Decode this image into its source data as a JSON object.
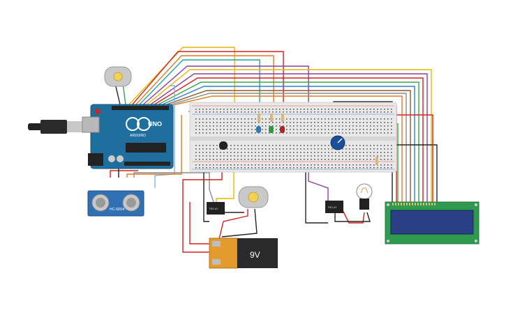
{
  "canvas": {
    "background": "#ffffff"
  },
  "arduino": {
    "model_label": "UNO",
    "brand_label": "ARDUINO",
    "board_color": "#1f6f9e"
  },
  "ultrasonic": {
    "label": "HC-SR04"
  },
  "battery": {
    "label": "9V"
  },
  "relays": [
    {
      "label": "RELAY"
    },
    {
      "label": "RELAY"
    }
  ],
  "leds": [
    {
      "color": "#2a7ab8",
      "name": "blue-led"
    },
    {
      "color": "#2e9b3a",
      "name": "green-led"
    },
    {
      "color": "#b22222",
      "name": "red-led"
    }
  ],
  "lcd": {
    "screen_color": "#2a3f86",
    "board_color": "#2d9a4f"
  },
  "potentiometer": {
    "knob_color": "#1a4f9a"
  },
  "wire_colors": {
    "yellow": "#e5b800",
    "orange": "#e07a1f",
    "green": "#34a94a",
    "blue": "#2d7fd0",
    "teal": "#1aa6a6",
    "purple": "#8a3fa0",
    "red": "#d42020",
    "brown": "#8a5a2b",
    "gray": "#8a8a8a",
    "black": "#222222",
    "light_blue": "#7fb3d8"
  }
}
